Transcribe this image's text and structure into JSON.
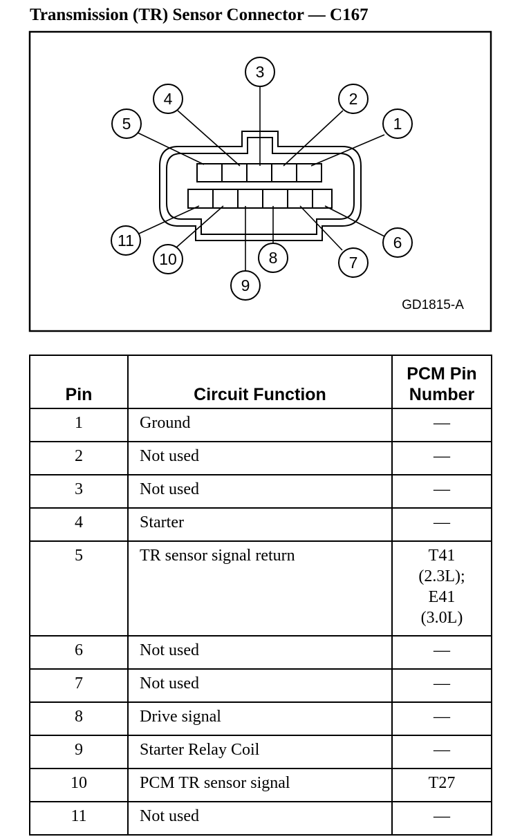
{
  "title": "Transmission (TR) Sensor Connector — C167",
  "diagram": {
    "code": "GD1815-A",
    "pin_labels": [
      "1",
      "2",
      "3",
      "4",
      "5",
      "6",
      "7",
      "8",
      "9",
      "10",
      "11"
    ]
  },
  "table": {
    "headers": {
      "pin": "Pin",
      "function": "Circuit Function",
      "pcm": "PCM Pin\nNumber"
    },
    "rows": [
      {
        "pin": "1",
        "function": "Ground",
        "pcm": "—"
      },
      {
        "pin": "2",
        "function": "Not used",
        "pcm": "—"
      },
      {
        "pin": "3",
        "function": "Not used",
        "pcm": "—"
      },
      {
        "pin": "4",
        "function": "Starter",
        "pcm": "—"
      },
      {
        "pin": "5",
        "function": "TR sensor signal return",
        "pcm": "T41\n(2.3L);\nE41\n(3.0L)"
      },
      {
        "pin": "6",
        "function": "Not used",
        "pcm": "—"
      },
      {
        "pin": "7",
        "function": "Not used",
        "pcm": "—"
      },
      {
        "pin": "8",
        "function": "Drive signal",
        "pcm": "—"
      },
      {
        "pin": "9",
        "function": "Starter Relay Coil",
        "pcm": "—"
      },
      {
        "pin": "10",
        "function": "PCM TR sensor signal",
        "pcm": "T27"
      },
      {
        "pin": "11",
        "function": "Not used",
        "pcm": "—"
      }
    ]
  }
}
